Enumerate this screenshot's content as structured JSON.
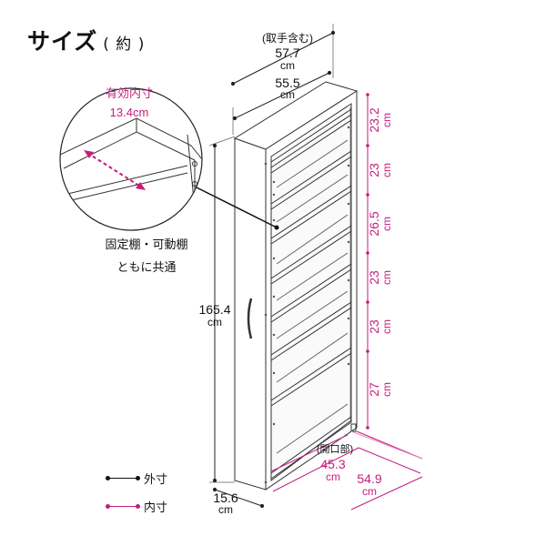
{
  "title": {
    "main": "サイズ",
    "sub": "( 約 )"
  },
  "colors": {
    "outer": "#222222",
    "inner": "#c41d7f"
  },
  "dimensions": {
    "outer_width_note": "(取手含む)",
    "outer_width_value": "57.7",
    "body_width_value": "55.5",
    "height_value": "165.4",
    "depth_value": "15.6",
    "opening_note": "(開口部)",
    "opening_width_value": "45.3",
    "inner_width_value": "54.9",
    "unit": "cm",
    "shelf_spacings": [
      "23.2",
      "23",
      "26.5",
      "23",
      "23",
      "27"
    ]
  },
  "callout": {
    "label": "有効内寸",
    "value": "13.4cm"
  },
  "shelf_note": {
    "line1": "固定棚・可動棚",
    "line2": "ともに共通"
  },
  "legend": {
    "outer_label": "外寸",
    "inner_label": "内寸"
  }
}
